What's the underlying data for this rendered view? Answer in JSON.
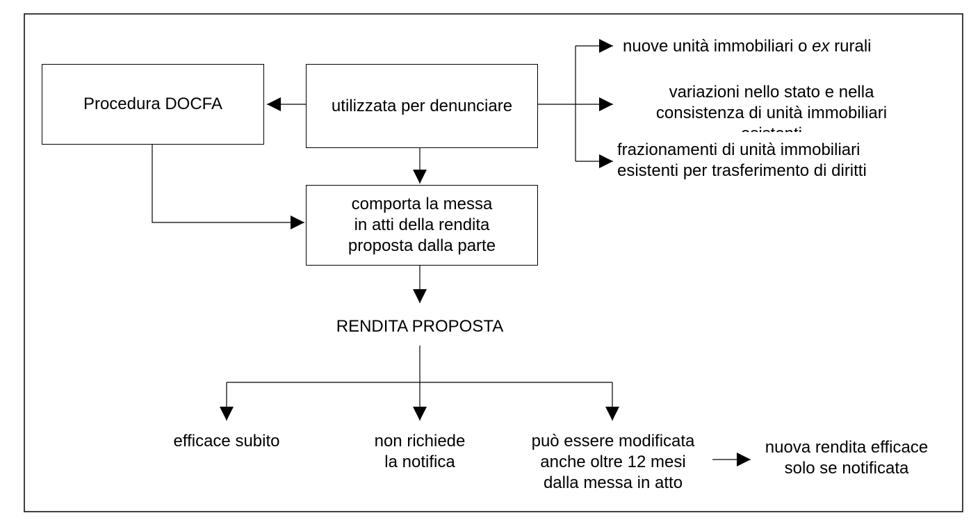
{
  "boxes": {
    "procedura": "Procedura DOCFA",
    "utilizzata": "utilizzata per denunciare",
    "comporta": [
      "comporta la messa",
      "in atti della rendita",
      "proposta dalla parte"
    ]
  },
  "branches": {
    "nuove": {
      "before": "nuove unità immobiliari o ",
      "italic": "ex",
      "after": " rurali"
    },
    "variazioni": [
      "variazioni nello stato e nella",
      "consistenza di unità immobiliari",
      "esistenti"
    ],
    "frazionamenti": [
      "frazionamenti di unità immobiliari",
      "esistenti per trasferimento di diritti"
    ]
  },
  "rendita": "RENDITA PROPOSTA",
  "outcomes": {
    "efficace": "efficace subito",
    "non_richiede": [
      "non richiede",
      "la notifica"
    ],
    "modificata": [
      "può essere modificata",
      "anche oltre 12 mesi",
      "dalla messa in atto"
    ],
    "nuova": [
      "nuova rendita efficace",
      "solo se notificata"
    ]
  }
}
